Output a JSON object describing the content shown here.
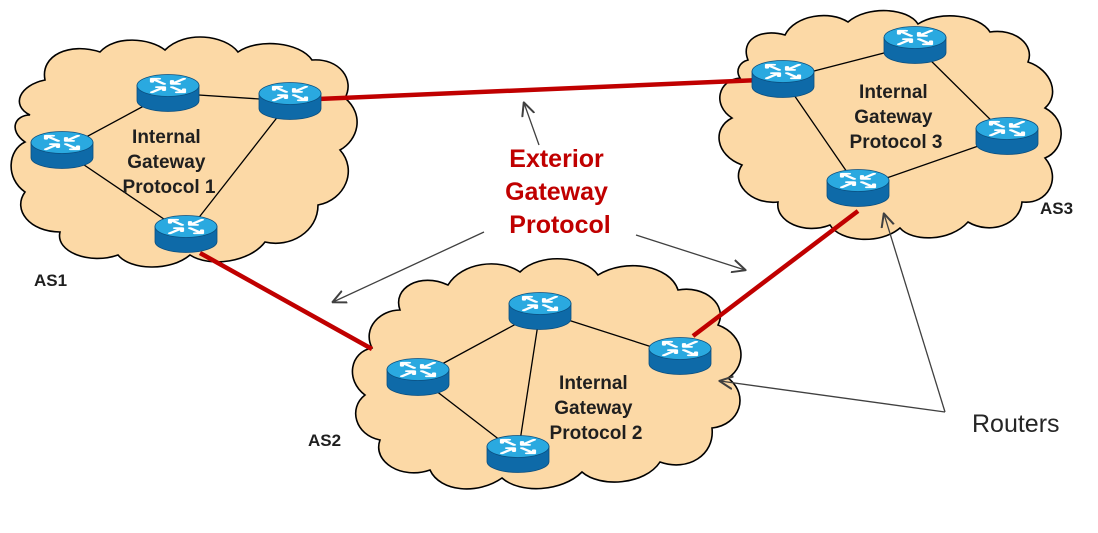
{
  "labels": {
    "igp1": [
      "Internal",
      "Gateway",
      "Protocol 1"
    ],
    "igp2": [
      "Internal",
      "Gateway",
      "Protocol 2"
    ],
    "igp3": [
      "Internal",
      "Gateway",
      "Protocol 3"
    ],
    "egp": [
      "Exterior",
      "Gateway",
      "Protocol"
    ],
    "as1": "AS1",
    "as2": "AS2",
    "as3": "AS3",
    "routers": "Routers"
  },
  "colors": {
    "cloud_fill": "#fcd9a6",
    "egp_link": "#c00000",
    "egp_text": "#c00000",
    "router_top": "#2aa9e0",
    "router_side": "#0e6aa8"
  },
  "icons": {
    "router": "router-icon"
  }
}
